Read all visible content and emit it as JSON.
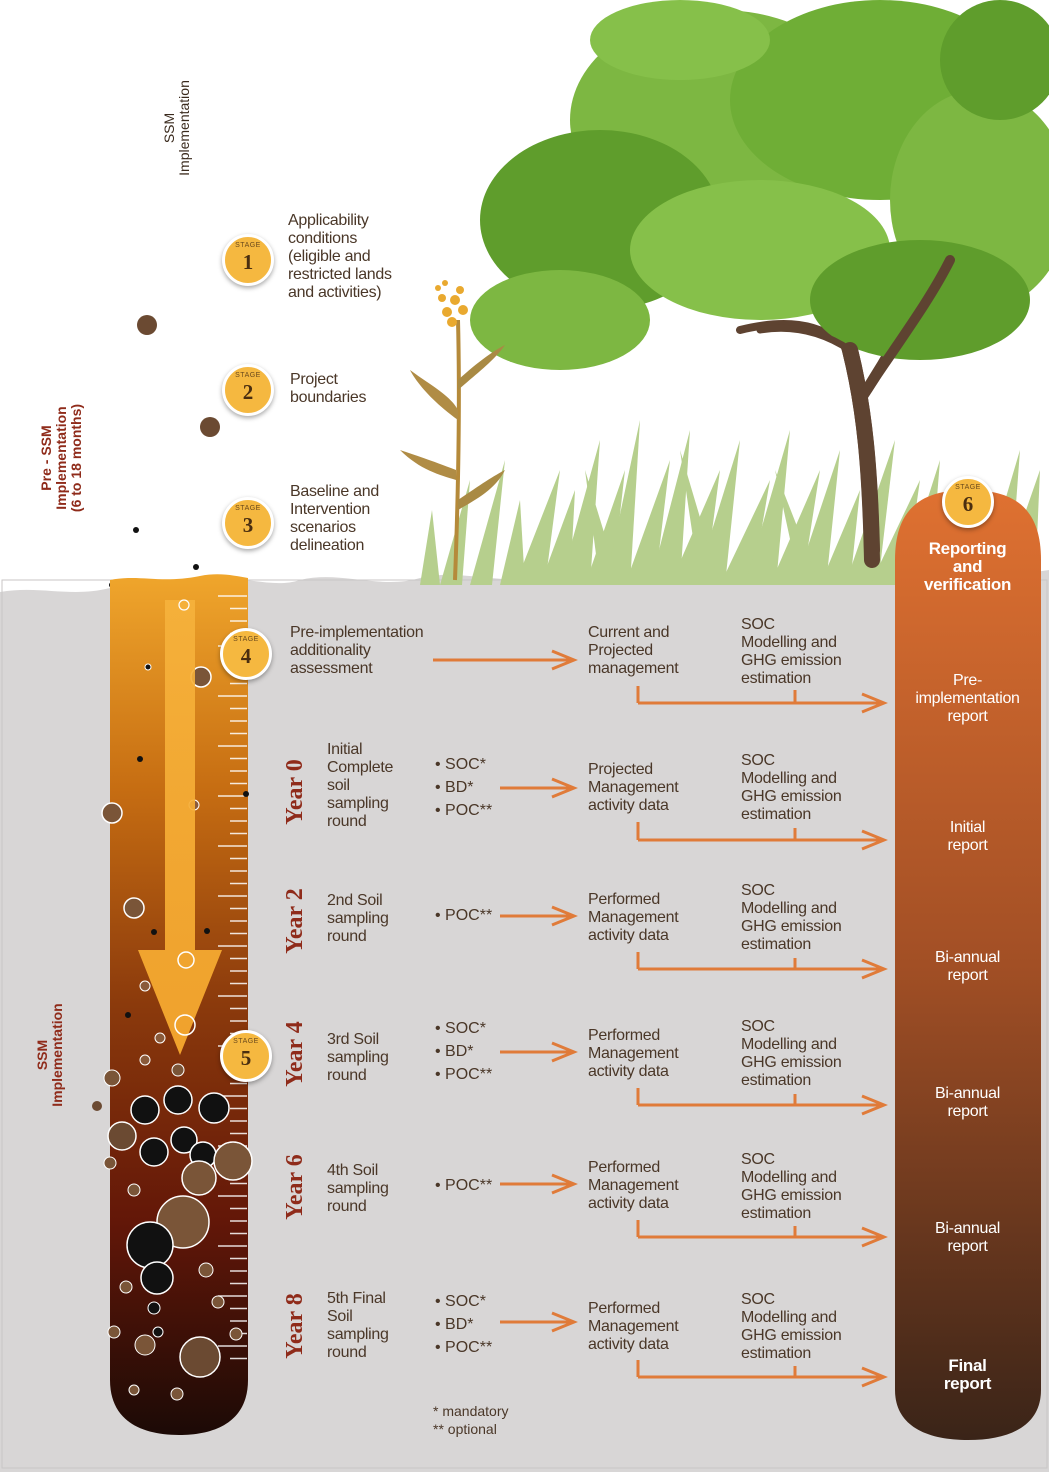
{
  "labels": {
    "ssm_top": "SSM\nImplementation",
    "pre_ssm": "Pre - SSM\nImplementation\n(6 to 18 months)",
    "ssm_side": "SSM\nImplementation"
  },
  "badge": {
    "word": "STAGE"
  },
  "stages": {
    "s1": {
      "number": "1",
      "text": "Applicability\nconditions\n(eligible and\nrestricted lands\nand activities)"
    },
    "s2": {
      "number": "2",
      "text": "Project\nboundaries"
    },
    "s3": {
      "number": "3",
      "text": "Baseline and\nIntervention\nscenarios\ndelineation"
    },
    "s4": {
      "number": "4",
      "text": "Pre-implementation\nadditionality\nassessment"
    },
    "s5": {
      "number": "5"
    },
    "s6": {
      "number": "6",
      "title": "Reporting\nand\nverification"
    }
  },
  "rows": {
    "r0": {
      "management": "Current and\nProjected\nmanagement",
      "modelling": "SOC\nModelling and\nGHG emission\nestimation",
      "report": "Pre-\nimplementation\nreport"
    },
    "r1": {
      "year": "Year 0",
      "sampling": "Initial\nComplete\nsoil\nsampling\nround",
      "params": [
        "• SOC*",
        "• BD*",
        "• POC**"
      ],
      "management": "Projected\nManagement\nactivity data",
      "modelling": "SOC\nModelling and\nGHG emission\nestimation",
      "report": "Initial\nreport"
    },
    "r2": {
      "year": "Year 2",
      "sampling": "2nd Soil\nsampling\nround",
      "params": [
        "• POC**"
      ],
      "management": "Performed\nManagement\nactivity data",
      "modelling": "SOC\nModelling and\nGHG emission\nestimation",
      "report": "Bi-annual\nreport"
    },
    "r3": {
      "year": "Year 4",
      "sampling": "3rd Soil\nsampling\nround",
      "params": [
        "• SOC*",
        "• BD*",
        "• POC**"
      ],
      "management": "Performed\nManagement\nactivity data",
      "modelling": "SOC\nModelling and\nGHG emission\nestimation",
      "report": "Bi-annual\nreport"
    },
    "r4": {
      "year": "Year 6",
      "sampling": "4th Soil\nsampling\nround",
      "params": [
        "• POC**"
      ],
      "management": "Performed\nManagement\nactivity data",
      "modelling": "SOC\nModelling and\nGHG emission\nestimation",
      "report": "Bi-annual\nreport"
    },
    "r5": {
      "year": "Year 8",
      "sampling": "5th Final\nSoil\nsampling\nround",
      "params": [
        "• SOC*",
        "• BD*",
        "• POC**"
      ],
      "management": "Performed\nManagement\nactivity data",
      "modelling": "SOC\nModelling and\nGHG emission\nestimation",
      "report": "Final\nreport"
    }
  },
  "legend": {
    "mandatory": "* mandatory",
    "optional": "** optional"
  },
  "colors": {
    "ground": "#d8d6d6",
    "arrow": "#e07b39",
    "badge": "#f5b840",
    "year": "#8f2b1a",
    "pill_top": "#dd7030",
    "pill_bottom": "#3a2418",
    "tree_foliage": "#6fae36",
    "trunk": "#5e4331",
    "grass": "#b6cf8d"
  }
}
